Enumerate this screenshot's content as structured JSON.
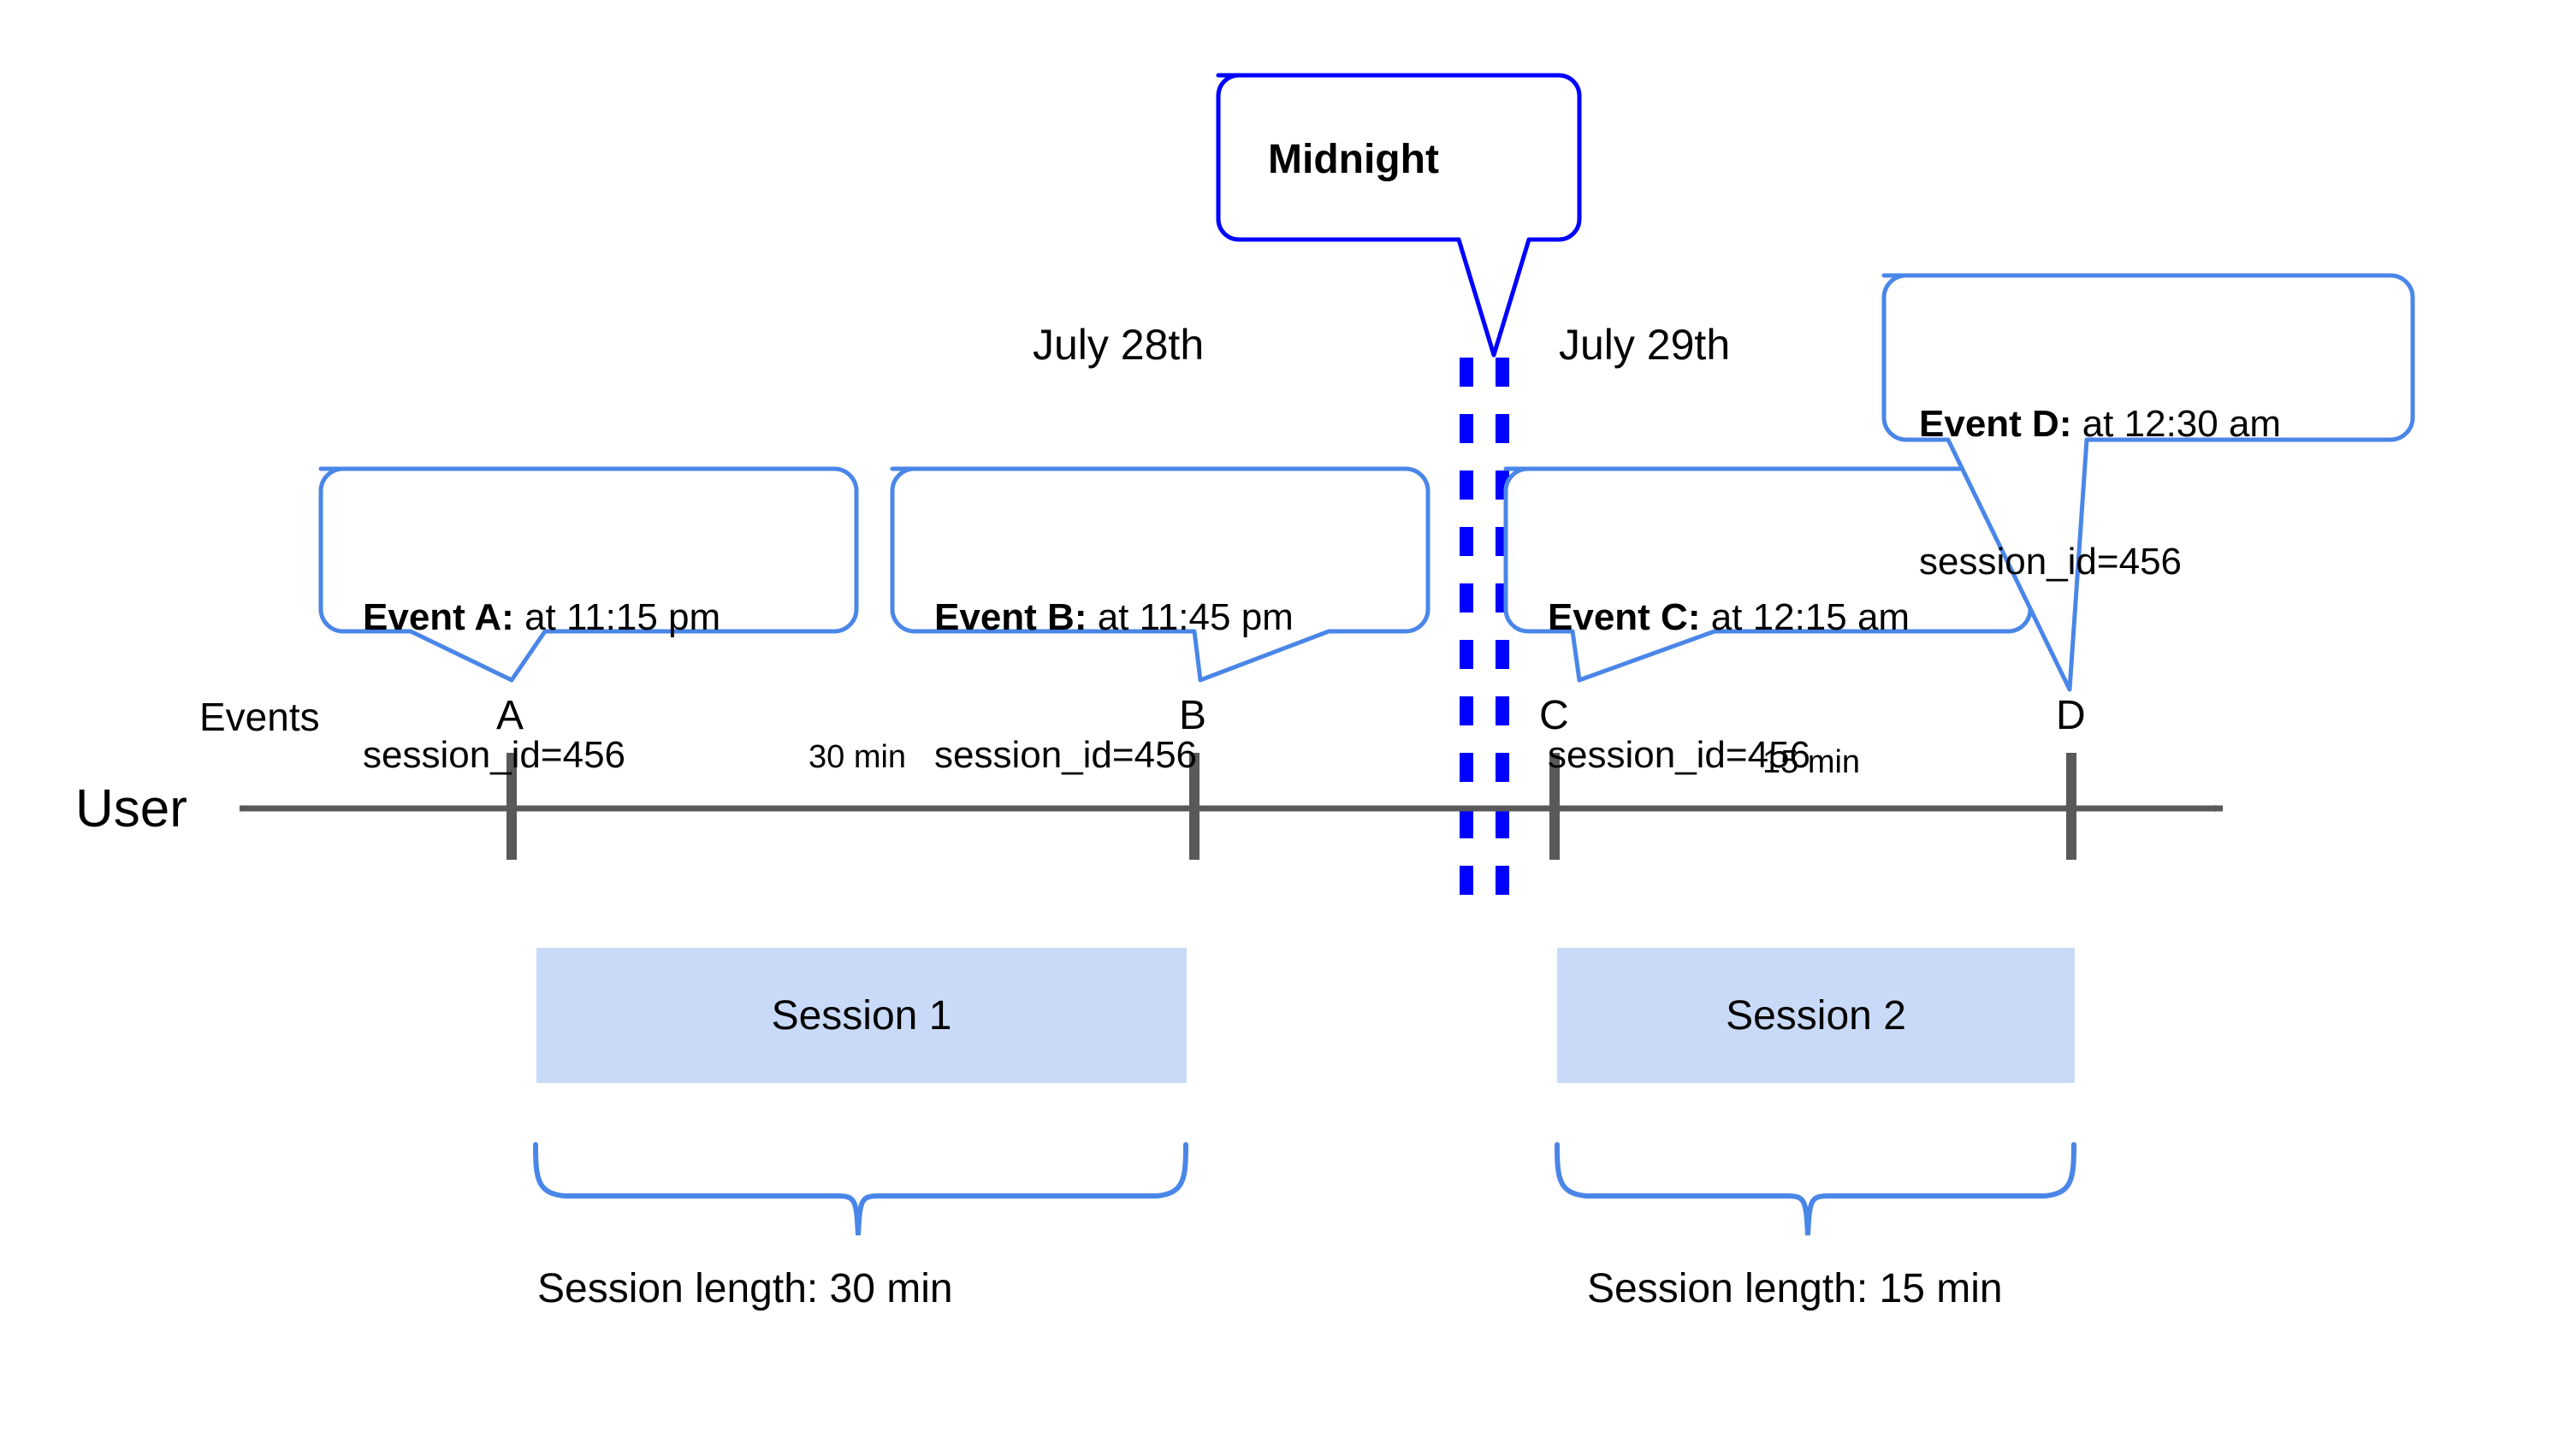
{
  "diagram": {
    "title_callout": {
      "label": "Midnight",
      "border_color": "#0000ff"
    },
    "dates": [
      {
        "label": "July 28th"
      },
      {
        "label": "July 29th"
      }
    ],
    "axis": {
      "row_label_top": "Events",
      "row_label_bottom": "User",
      "line_color": "#595959"
    },
    "event_callouts": [
      {
        "id": "A",
        "title": "Event A:",
        "time": " at 11:15 pm",
        "session_id": "session_id=456",
        "border_color": "#4a86e8"
      },
      {
        "id": "B",
        "title": "Event B:",
        "time": " at 11:45 pm",
        "session_id": "session_id=456",
        "border_color": "#4a86e8"
      },
      {
        "id": "C",
        "title": "Event C:",
        "time": " at 12:15 am",
        "session_id": "session_id=456",
        "border_color": "#4a86e8"
      },
      {
        "id": "D",
        "title": "Event D:",
        "time": " at 12:30 am",
        "session_id": "session_id=456",
        "border_color": "#4a86e8"
      }
    ],
    "markers": [
      {
        "label": "A"
      },
      {
        "label": "B"
      },
      {
        "label": "C"
      },
      {
        "label": "D"
      }
    ],
    "durations": [
      {
        "label": "30 min"
      },
      {
        "label": "15 min"
      }
    ],
    "sessions": [
      {
        "label": "Session 1",
        "fill": "#c9daf8",
        "length_label": "Session length: 30 min"
      },
      {
        "label": "Session 2",
        "fill": "#c9daf8",
        "length_label": "Session length: 15 min"
      }
    ],
    "midnight_divider": {
      "color": "#0000ff",
      "style": "double-dashed-vertical"
    }
  }
}
